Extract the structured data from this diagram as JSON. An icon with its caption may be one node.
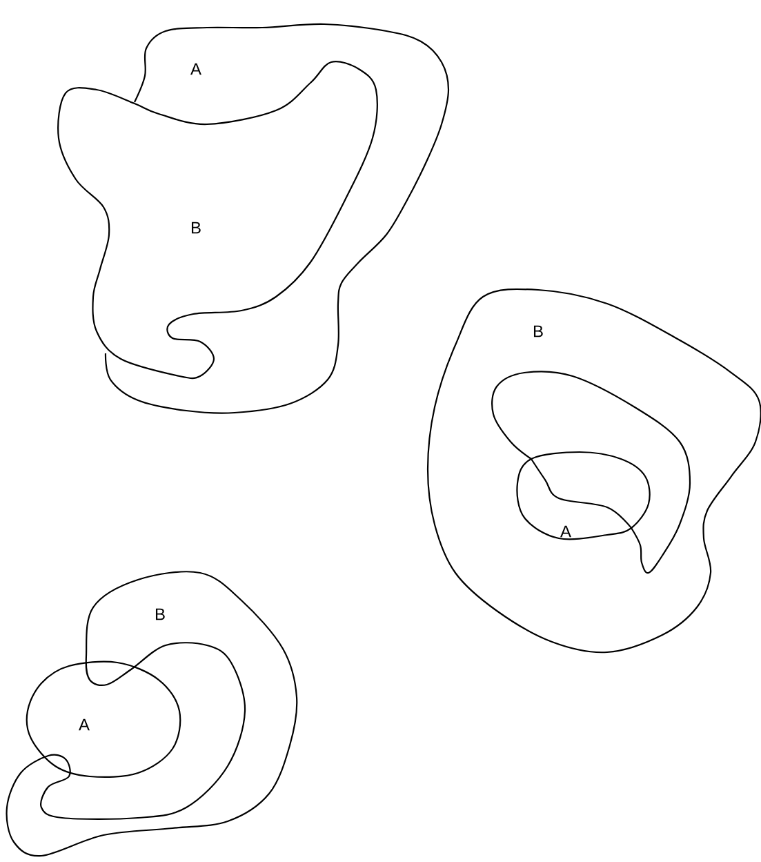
{
  "diagram": {
    "labels": [
      "A",
      "B",
      "B",
      "A",
      "B",
      "A"
    ]
  }
}
